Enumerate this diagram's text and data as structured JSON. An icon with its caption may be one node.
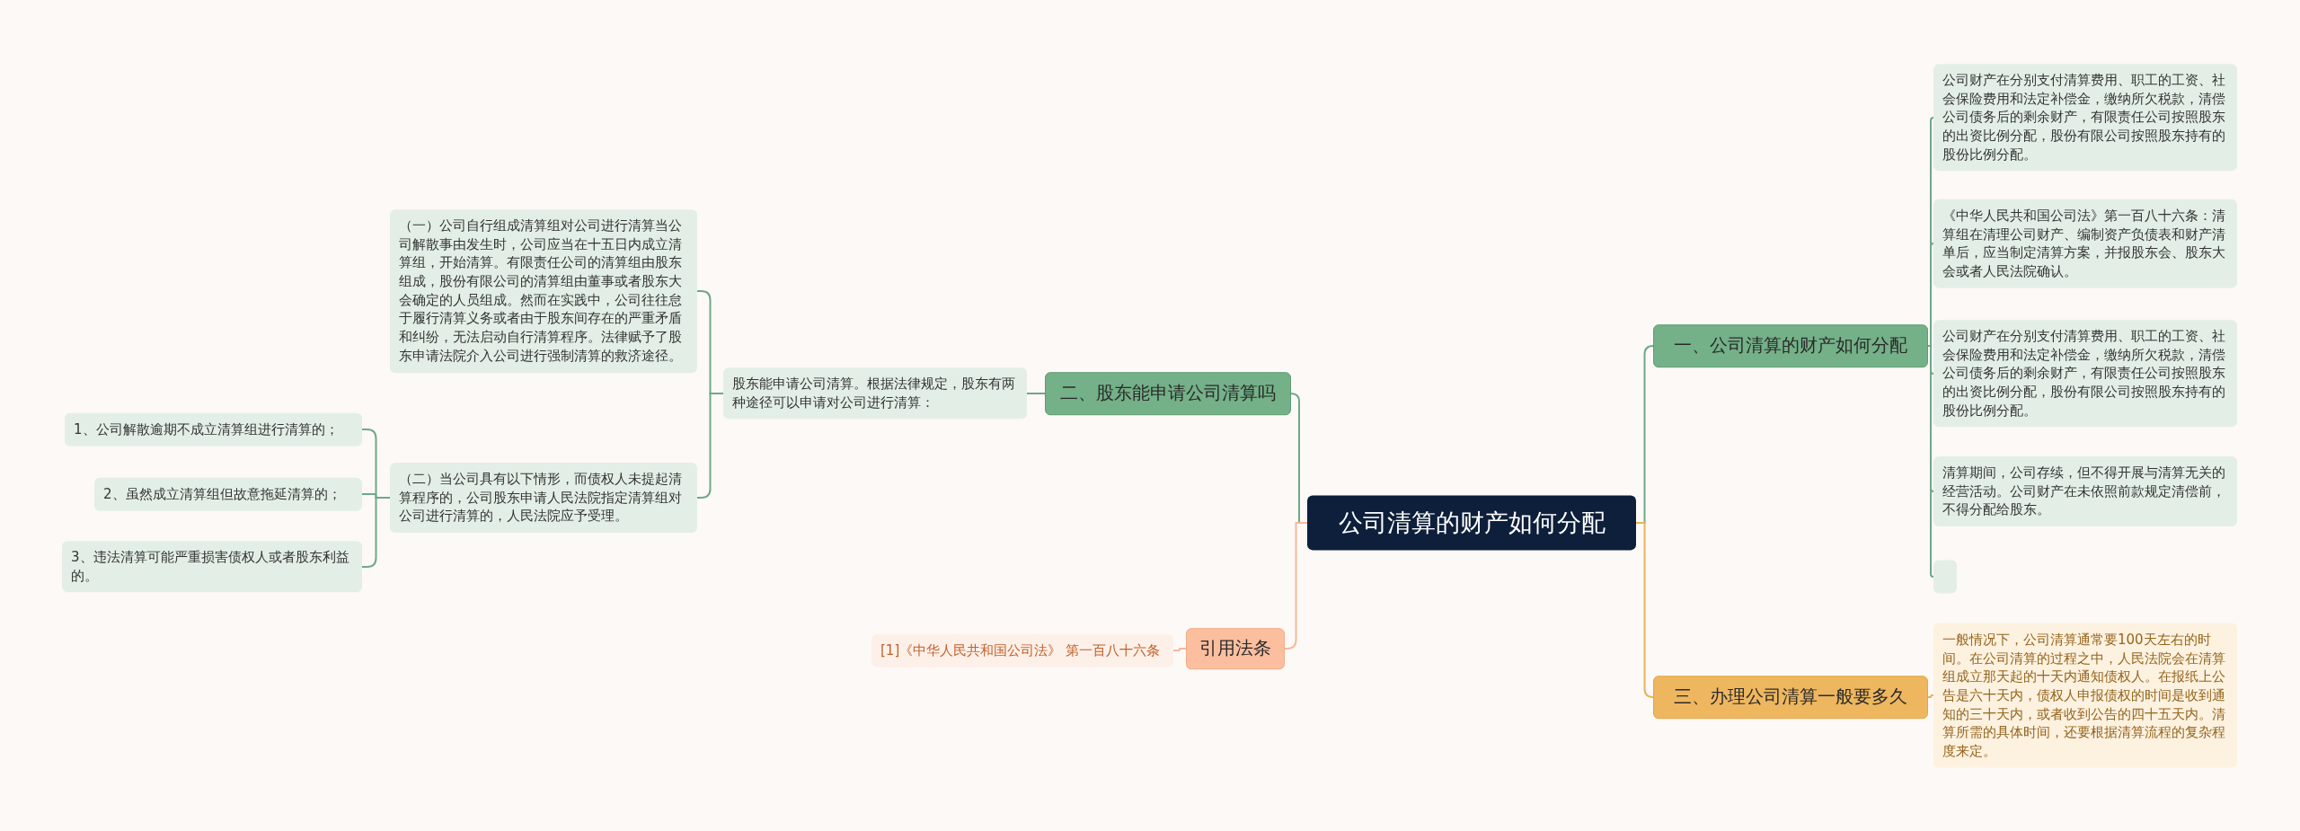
{
  "diagram": {
    "nodes": [
      {
        "text": [
          "公司清算的财产如何分配"
        ]
      },
      {
        "text": [
          "一、公司清算的财产如何分配"
        ]
      },
      {
        "text": [
          "公司财产在分别支付清算费用、职工的工资、社会保险费用和法定补偿金，缴纳所欠税款，清偿公司债务后的剩余财产，有限责任公司按照股东的出资比例分配，股份有限公司按照股东持有的股份比例分配。"
        ]
      },
      {
        "text": [
          "《中华人民共和国公司法》第一百八十六条：清算组在清理公司财产、编制资产负债表和财产清单后，应当制定清算方案，并报股东会、股东大会或者人民法院确认。"
        ]
      },
      {
        "text": [
          "公司财产在分别支付清算费用、职工的工资、社会保险费用和法定补偿金，缴纳所欠税款，清偿公司债务后的剩余财产，有限责任公司按照股东的出资比例分配，股份有限公司按照股东持有的股份比例分配。"
        ]
      },
      {
        "text": [
          "清算期间，公司存续，但不得开展与清算无关的经营活动。公司财产在未依照前款规定清偿前，不得分配给股东。"
        ]
      },
      {
        "text": [],
        "shape": "box"
      },
      {
        "text": [
          "三、办理公司清算一般要多久"
        ]
      },
      {
        "text": [
          "一般情况下，公司清算通常要100天左右的时间。在公司清算的过程之中，人民法院会在清算组成立那天起的十天内通知债权人。在报纸上公告是六十天内，债权人申报债权的时间是收到通知的三十天内，或者收到公告的四十五天内。清算所需的具体时间，还要根据清算流程的复杂程度来定。"
        ]
      },
      {
        "text": [
          "二、股东能申请公司清算吗"
        ]
      },
      {
        "text": [
          "股东能申请公司清算。根据法律规定，股东有两种途径可以申请对公司进行清算："
        ]
      },
      {
        "text": [
          "（一）公司自行组成清算组对公司进行清算当公司解散事由发生时，公司应当在十五日内成立清算组，开始清算。有限责任公司的清算组由股东组成，股份有限公司的清算组由董事或者股东大会确定的人员组成。然而在实践中，公司往往怠于履行清算义务或者由于股东间存在的严重矛盾和纠纷，无法启动自行清算程序。法律赋予了股东申请法院介入公司进行强制清算的救济途径。"
        ]
      },
      {
        "text": [
          "（二）当公司具有以下情形，而债权人未提起清算程序的，公司股东申请人民法院指定清算组对公司进行清算的，人民法院应予受理。"
        ]
      },
      {
        "text": [
          "1、公司解散逾期不成立清算组进行清算的；"
        ]
      },
      {
        "text": [
          "2、虽然成立清算组但故意拖延清算的；"
        ]
      },
      {
        "text": [
          "3、违法清算可能严重损害债权人或者股东利益的。"
        ]
      },
      {
        "text": [
          "引用法条"
        ]
      },
      {
        "text": [
          "[1]《中华人民共和国公司法》 第一百八十六条"
        ]
      }
    ],
    "edges": [
      {
        "from": 0,
        "to": 1,
        "arrow": "none"
      },
      {
        "from": 1,
        "to": 2,
        "arrow": "none"
      },
      {
        "from": 1,
        "to": 3,
        "arrow": "none"
      },
      {
        "from": 1,
        "to": 4,
        "arrow": "none"
      },
      {
        "from": 1,
        "to": 5,
        "arrow": "none"
      },
      {
        "from": 1,
        "to": 6,
        "arrow": "none"
      },
      {
        "from": 0,
        "to": 7,
        "arrow": "none",
        "color": "#e9b35d"
      },
      {
        "from": 7,
        "to": 8,
        "arrow": "none",
        "color": "#e9b35d"
      },
      {
        "from": 0,
        "to": 9,
        "arrow": "none"
      },
      {
        "from": 9,
        "to": 10,
        "arrow": "none"
      },
      {
        "from": 10,
        "to": 11,
        "arrow": "none"
      },
      {
        "from": 10,
        "to": 12,
        "arrow": "none"
      },
      {
        "from": 12,
        "to": 13,
        "arrow": "none"
      },
      {
        "from": 12,
        "to": 14,
        "arrow": "none"
      },
      {
        "from": 12,
        "to": 15,
        "arrow": "none"
      },
      {
        "from": 0,
        "to": 16,
        "arrow": "none",
        "color": "#f6b99a"
      },
      {
        "from": 16,
        "to": 17,
        "arrow": "none",
        "color": "#f6b99a"
      }
    ]
  }
}
